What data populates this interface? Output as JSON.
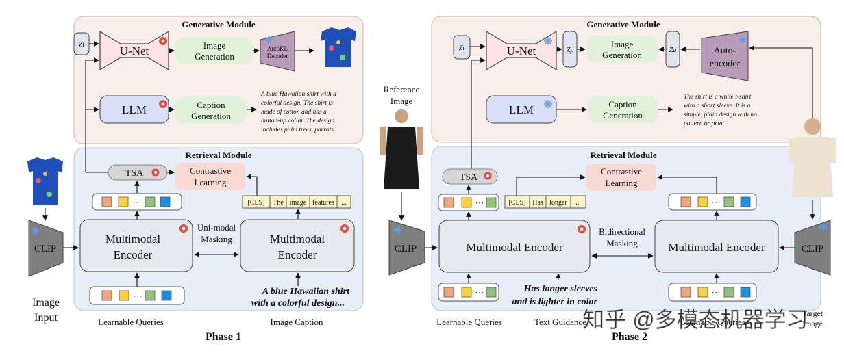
{
  "phase1": {
    "generative_title": "Generative Module",
    "retrieval_title": "Retrieval Module",
    "zt": "Zt",
    "unet": "U-Net",
    "image_generation": [
      "Image",
      "Generation"
    ],
    "autokl": [
      "AutoKL",
      "Decoder"
    ],
    "llm": "LLM",
    "caption_generation": [
      "Caption",
      "Generation"
    ],
    "caption_text": [
      "A blue Hawaiian shirt with a",
      "colorful design. The shirt is",
      "made of cotton and has a",
      "button-up collar. The design",
      "includes palm trees, parrots..."
    ],
    "tsa": "TSA",
    "contrastive": [
      "Contrastive",
      "Learning"
    ],
    "tokens": [
      "[CLS]",
      "The",
      "image",
      "features",
      "..."
    ],
    "clip": "CLIP",
    "encoder_left": [
      "Multimodal",
      "Encoder"
    ],
    "encoder_right": [
      "Multimodal",
      "Encoder"
    ],
    "masking": [
      "Uni-modal",
      "Masking"
    ],
    "image_caption_text": [
      "A blue Hawaiian shirt",
      "with a colorful design..."
    ],
    "image_input": [
      "Image",
      "Input"
    ],
    "learnable_queries": "Learnable Queries",
    "image_caption": "Image Caption",
    "phase": "Phase 1"
  },
  "phase2": {
    "generative_title": "Generative Module",
    "retrieval_title": "Retrieval Module",
    "zt": "Zt",
    "unet": "U-Net",
    "zp": "Zp",
    "image_generation": [
      "Image",
      "Generation"
    ],
    "zq": "Zq",
    "autoencoder": [
      "Auto-",
      "encoder"
    ],
    "llm": "LLM",
    "caption_generation": [
      "Caption",
      "Generation"
    ],
    "caption_text": [
      "The shirt is a white t-shirt",
      "with a short sleeve. It is a",
      "simple, plain design with no",
      "pattern or print"
    ],
    "reference_image": [
      "Reference",
      "Image"
    ],
    "tsa": "TSA",
    "contrastive": [
      "Contrastive",
      "Learning"
    ],
    "tokens": [
      "[CLS]",
      "Has",
      "longer",
      "..."
    ],
    "clip_left": "CLIP",
    "clip_right": "CLIP",
    "encoder_left": "Multimodal Encoder",
    "encoder_right": "Multimodal Encoder",
    "masking": [
      "Bidirectional",
      "Masking"
    ],
    "guidance_text": [
      "Has longer sleeves",
      "and is lighter in color"
    ],
    "learnable_queries_left": "Learnable Queries",
    "text_guidance": "Text Guidance",
    "learnable_queries_right": "Learnable Queries",
    "target_image": [
      "Target",
      "Image"
    ],
    "phase": "Phase 2"
  },
  "watermark": "知乎 @多模态机器学习",
  "colors": {
    "generative_bg": "#f8efea",
    "retrieval_bg": "#e8eef8",
    "unet_fill": "#fde3e3",
    "llm_fill": "#d7e0f7",
    "green_fill": "#e2f1da",
    "encoder_fill": "#e6e9ee",
    "decoder_fill": "#b79bb8",
    "contrastive_fill": "#f8d9d3",
    "token_fill": "#fdf3c6",
    "query_orange": "#f4a77a",
    "query_yellow": "#fbd23a",
    "query_green": "#8fc47a",
    "query_blue": "#1e90e0",
    "clip_fill": "#7f7f7f",
    "fire": "#e24a3b",
    "snow": "#5a9ee8"
  }
}
